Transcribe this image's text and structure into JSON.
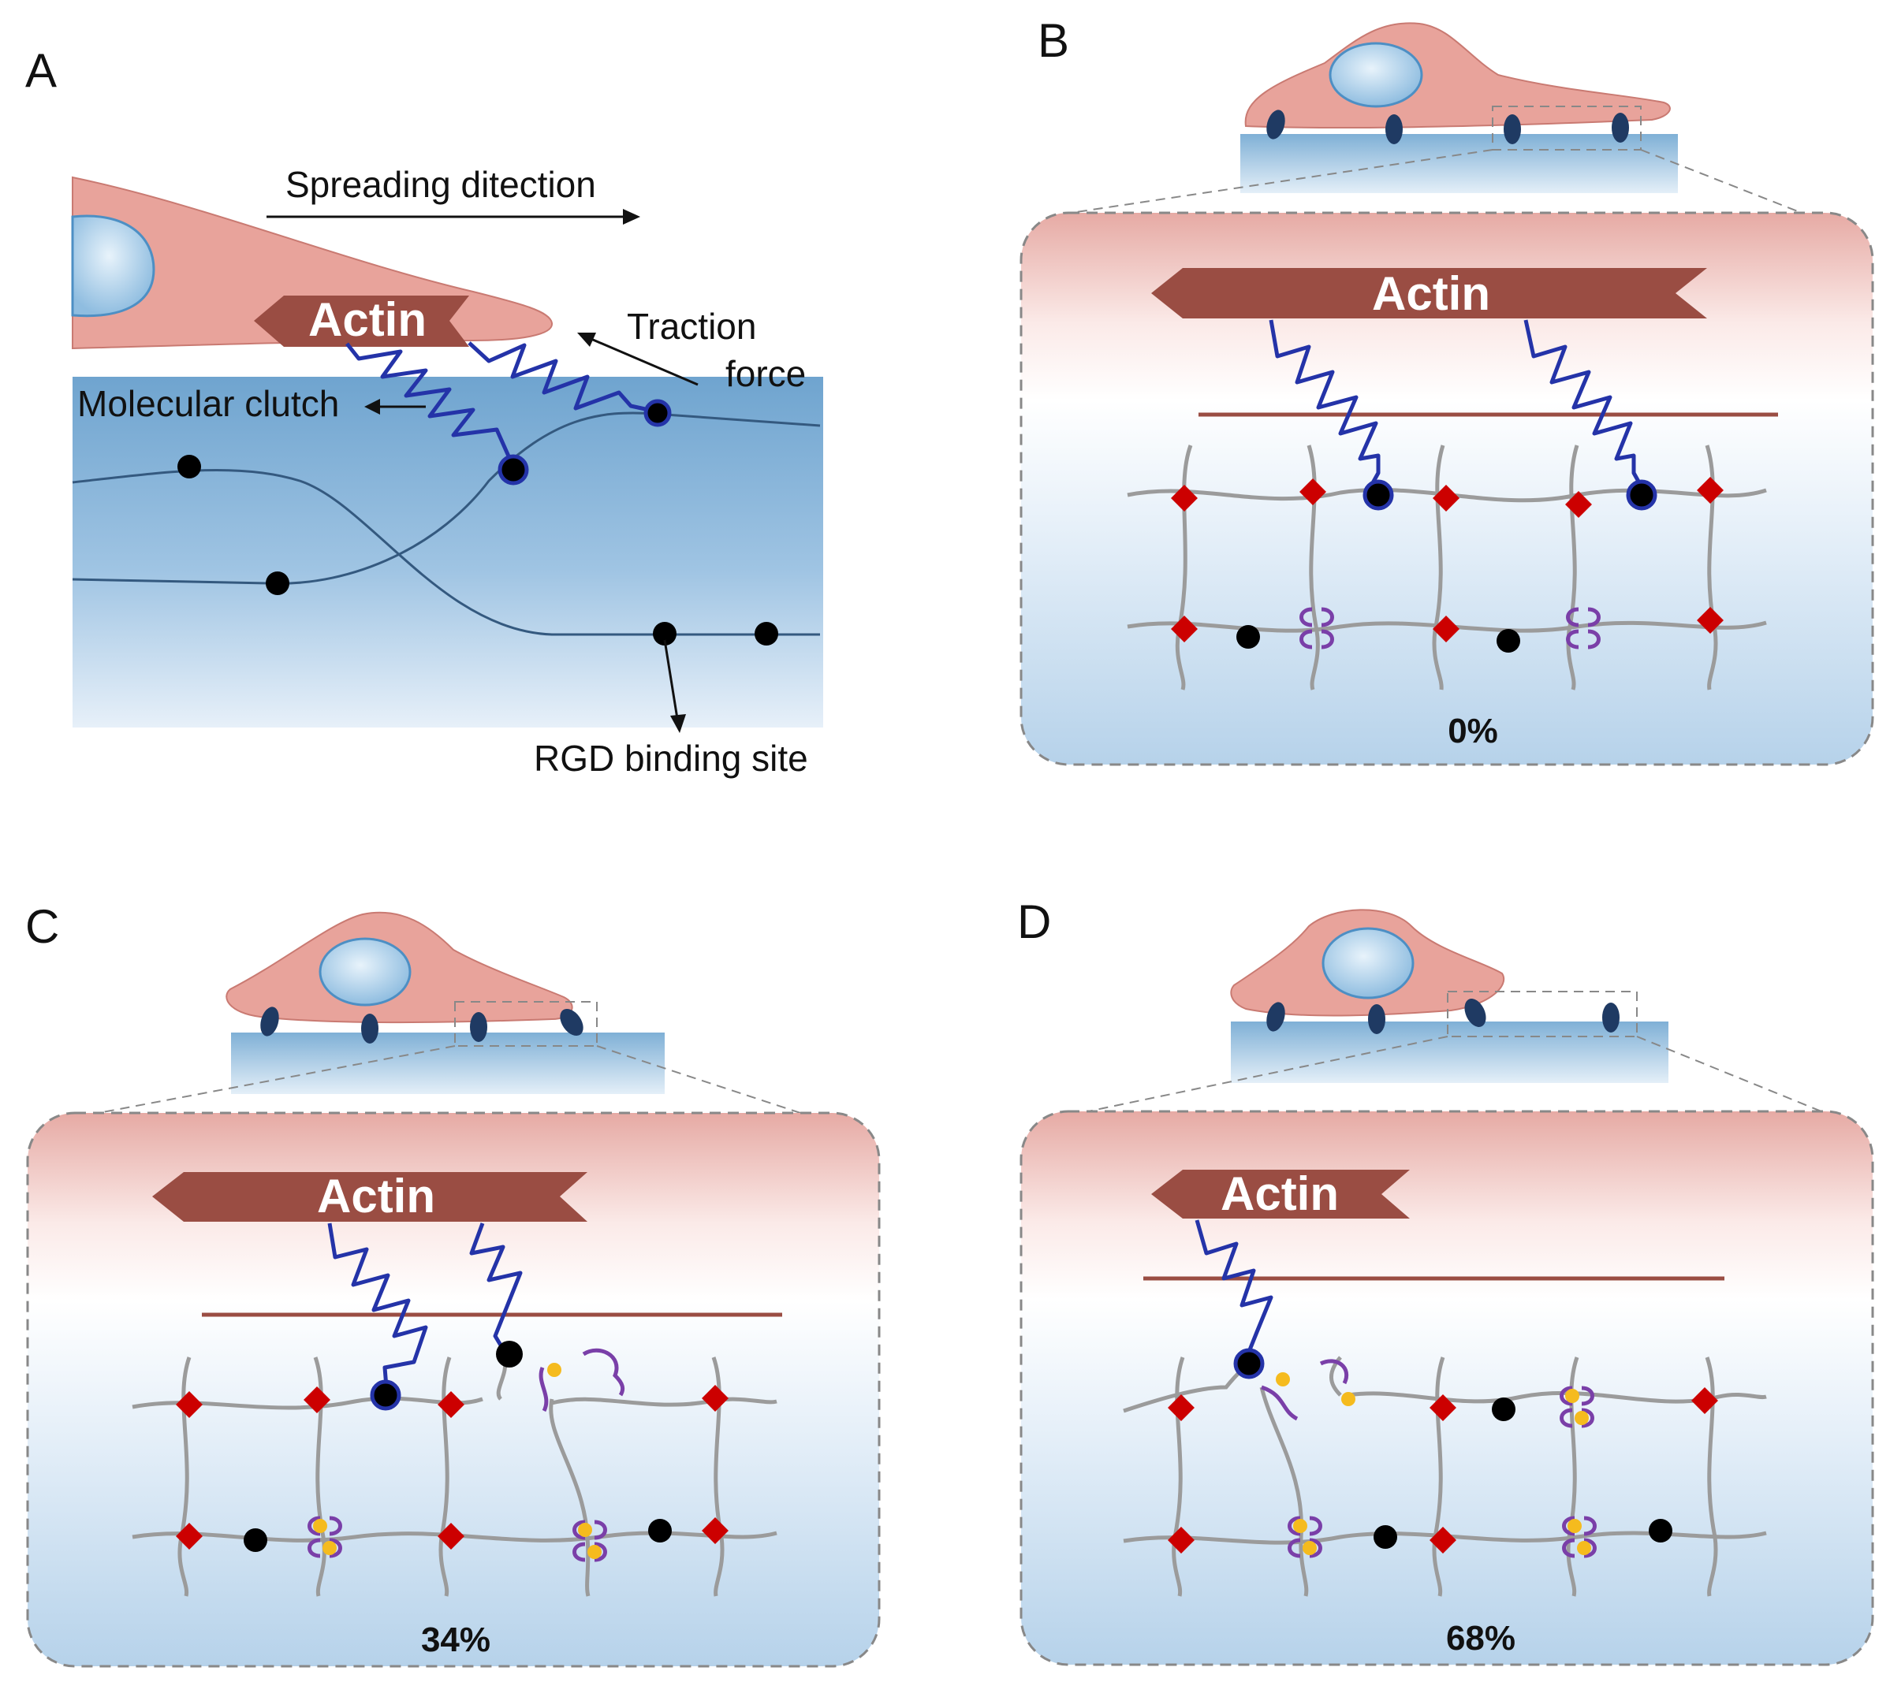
{
  "panels": {
    "a": {
      "letter": "A",
      "actin": "Actin",
      "spreading": "Spreading ditection",
      "traction_1": "Traction",
      "traction_2": "force",
      "clutch": "Molecular clutch",
      "rgd": "RGD binding site"
    },
    "b": {
      "letter": "B",
      "actin": "Actin",
      "percent": "0%"
    },
    "c": {
      "letter": "C",
      "actin": "Actin",
      "percent": "34%"
    },
    "d": {
      "letter": "D",
      "actin": "Actin",
      "percent": "68%"
    }
  },
  "colors": {
    "cell": "#e8a39b",
    "cell_edge": "#c97a72",
    "nucleus": "#a8cde8",
    "nucleus_edge": "#4d8fc4",
    "actin": "#9a4d43",
    "clutch": "#2433a8",
    "rgd_site": "#000000",
    "crosslink": "#cc0000",
    "polymer": "#9b9b9b",
    "host_guest": "#7a3fa8",
    "guest": "#f5bb1e",
    "substrate": "#7fb0d6",
    "adhesion": "#1f3a63"
  }
}
